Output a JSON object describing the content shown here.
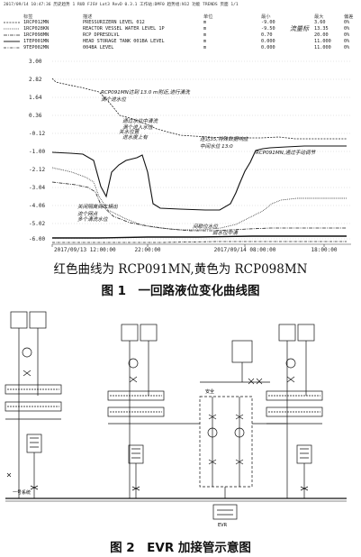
{
  "header": "2017/09/14 10:47:36  历史趋势 1 RUD FJSV Lot3 RevD 0.3.1  工作站:DMF0  趋势组:N12 功能 TRENDS  页面 1/1",
  "legend": {
    "headers": {
      "tag": "标签",
      "desc": "描述",
      "unit": "单位",
      "min": "最小",
      "max": "最大",
      "dev": "偏差"
    },
    "rows": [
      {
        "tag": "1RCP012MN",
        "desc": "PRESSURIZERN LEVEL 012",
        "unit": "m",
        "min": "-9.00",
        "max": "3.60",
        "dev": "0%"
      },
      {
        "tag": "1RCP028KN",
        "desc": "REACTOR VESSEL WATER LEVEL 1P",
        "unit": "m",
        "min": "-9.50",
        "max": "13.35",
        "dev": "0%"
      },
      {
        "tag": "1RCP098MN",
        "desc": "RCP DPRESDLVL",
        "unit": "m",
        "min": "0.70",
        "max": "20.00",
        "dev": "0%"
      },
      {
        "tag": "1TEP001MN",
        "desc": "HEAD STORAGE TANK 001BA LEVEL",
        "unit": "m",
        "min": "0.000",
        "max": "11.000",
        "dev": "0%"
      },
      {
        "tag": "9TEP002MN",
        "desc": "004BA LEVEL",
        "unit": "m",
        "min": "0.000",
        "max": "11.000",
        "dev": "0%"
      }
    ],
    "handwritten_note": "流量标"
  },
  "chart_data": {
    "type": "line",
    "yticks": [
      "3.00",
      "2.82",
      "1.64",
      "0.36",
      "-0.12",
      "-1.00",
      "-2.12",
      "-3.04",
      "-4.06",
      "-5.02",
      "-6.00"
    ],
    "xticks": [
      "2017/09/13 12:00:00",
      "22:00:00",
      "2017/09/14 08:00:00",
      "18:00:00"
    ],
    "annotations": [
      "RCP091MN达到 13.0 m附近,进行清洗",
      "满个进水位",
      "通过水位中清洗",
      "满个进入水位",
      "关水位置",
      "进水度上有",
      "连达35,特殊数据响应",
      "中间水位 13:0",
      "RCP091MN,通过手动调节",
      "关闭隔离阀车辆出",
      "流个网点",
      "多个清洗水位",
      "间歇位水位",
      "启水位中清"
    ]
  },
  "caption1_line1": "红色曲线为 RCP091MN,黄色为 RCP098MN",
  "caption1_line2": "图 1　一回路液位变化曲线图",
  "caption2": "图 2　EVR 加接管示意图",
  "diagram_labels": {
    "left_bottom": "一号系统",
    "center_bottom": "EVR",
    "center_label": "安全"
  }
}
